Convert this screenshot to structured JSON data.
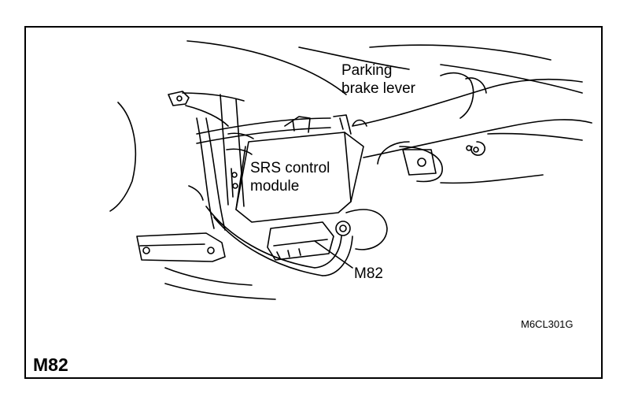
{
  "labels": {
    "parking_brake_line1": "Parking",
    "parking_brake_line2": "brake lever",
    "srs_line1": "SRS control",
    "srs_line2": "module",
    "connector": "M82"
  },
  "reference_code": "M6CL301G",
  "figure_label": "M82",
  "colors": {
    "ink": "#000000",
    "paper": "#ffffff"
  }
}
